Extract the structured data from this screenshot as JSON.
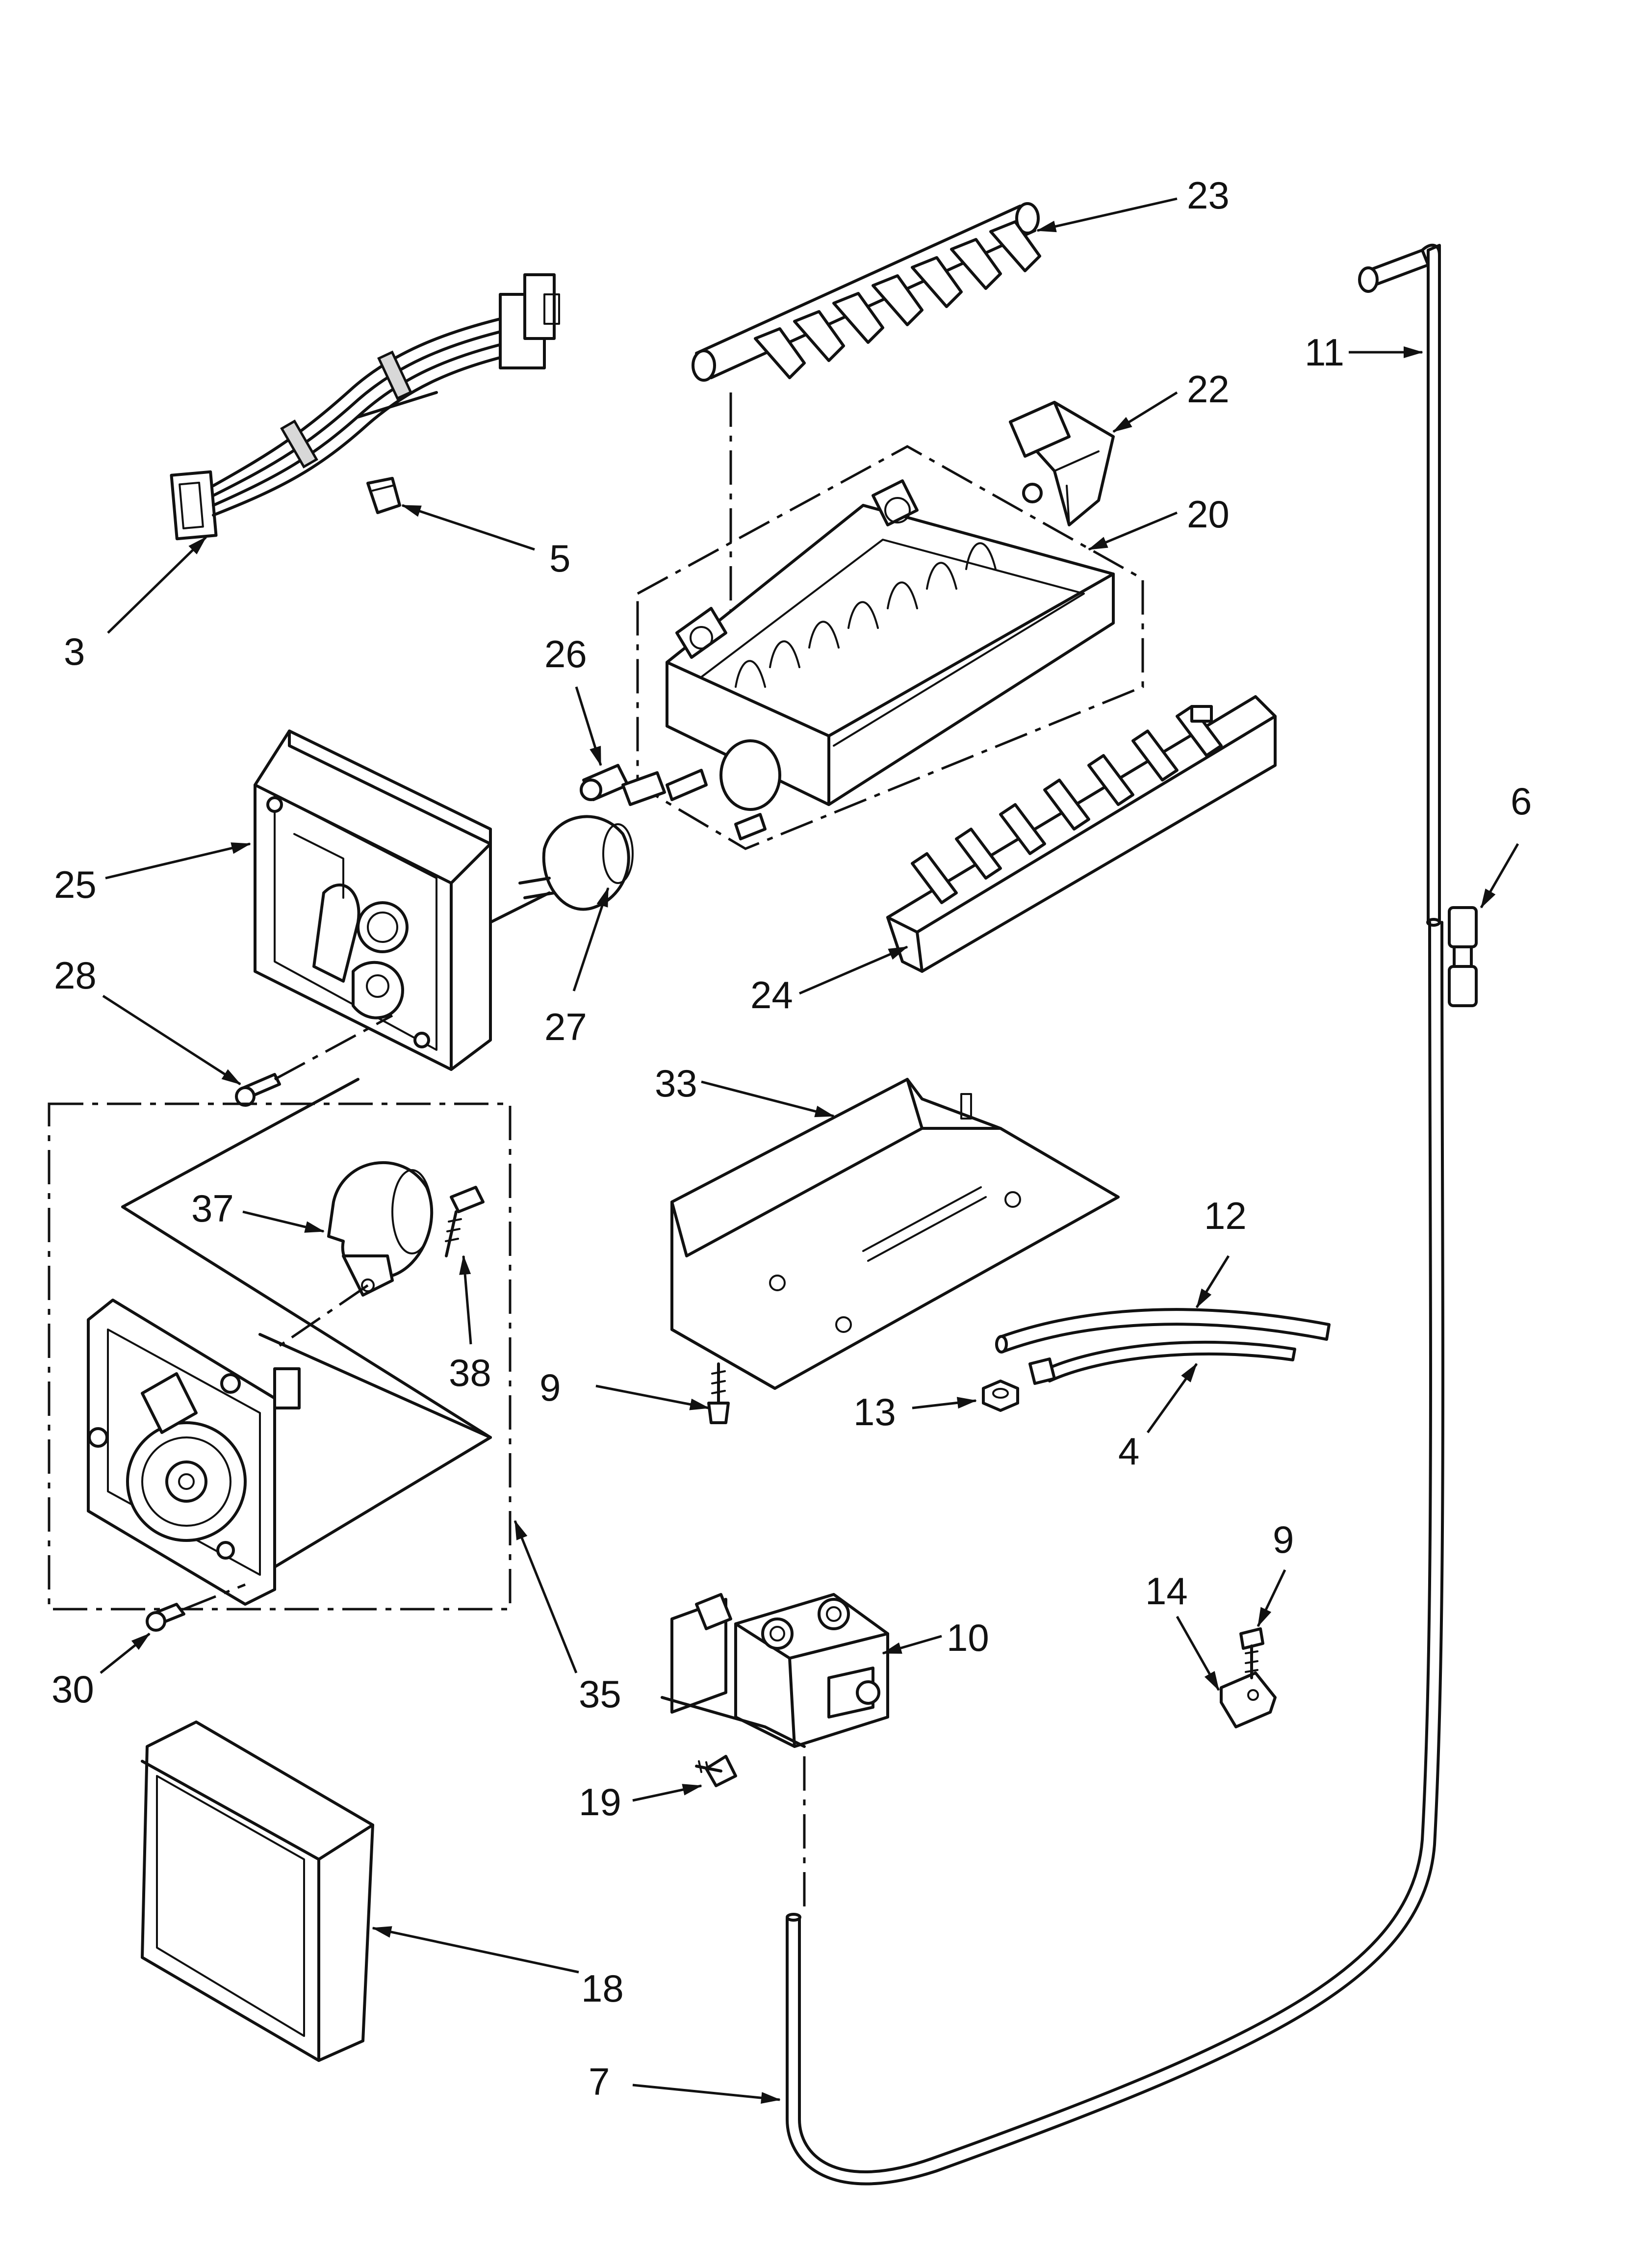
{
  "labels": [
    {
      "id": "3",
      "text": "3"
    },
    {
      "id": "5",
      "text": "5"
    },
    {
      "id": "23",
      "text": "23"
    },
    {
      "id": "22",
      "text": "22"
    },
    {
      "id": "20",
      "text": "20"
    },
    {
      "id": "11",
      "text": "11"
    },
    {
      "id": "26",
      "text": "26"
    },
    {
      "id": "25",
      "text": "25"
    },
    {
      "id": "27",
      "text": "27"
    },
    {
      "id": "28",
      "text": "28"
    },
    {
      "id": "24",
      "text": "24"
    },
    {
      "id": "6",
      "text": "6"
    },
    {
      "id": "33",
      "text": "33"
    },
    {
      "id": "37",
      "text": "37"
    },
    {
      "id": "38",
      "text": "38"
    },
    {
      "id": "12",
      "text": "12"
    },
    {
      "id": "9a",
      "text": "9"
    },
    {
      "id": "13",
      "text": "13"
    },
    {
      "id": "4",
      "text": "4"
    },
    {
      "id": "9b",
      "text": "9"
    },
    {
      "id": "14",
      "text": "14"
    },
    {
      "id": "10",
      "text": "10"
    },
    {
      "id": "30",
      "text": "30"
    },
    {
      "id": "35",
      "text": "35"
    },
    {
      "id": "19",
      "text": "19"
    },
    {
      "id": "18",
      "text": "18"
    },
    {
      "id": "7",
      "text": "7"
    }
  ]
}
